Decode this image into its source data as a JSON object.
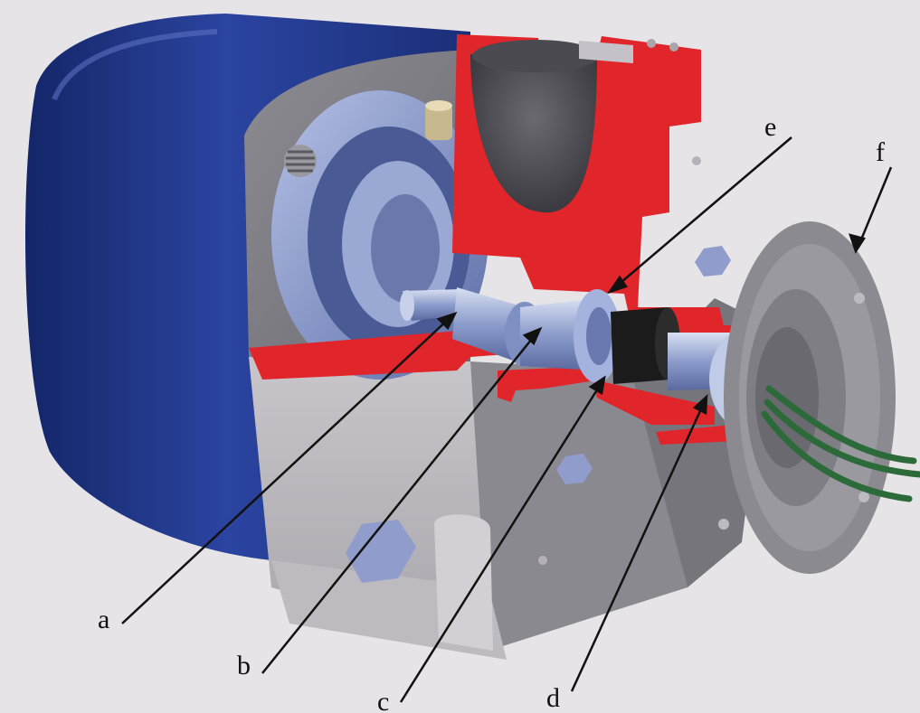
{
  "labels": {
    "a": "a",
    "b": "b",
    "c": "c",
    "d": "d",
    "e": "e",
    "f": "f"
  },
  "colors": {
    "background": "#e6e4e6",
    "motor_housing": "#243a86",
    "pump_body": "#807f86",
    "section_cut": "#e0262a",
    "shaft": "#8f9fc8",
    "seal": "#1b1b1b",
    "wires": "#2c6a3a",
    "leader_lines": "#111111"
  },
  "icons": {
    "leader": "arrow-line"
  }
}
